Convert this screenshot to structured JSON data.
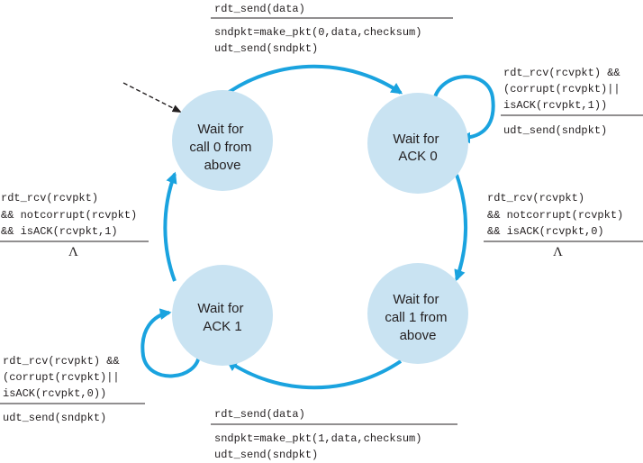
{
  "states": [
    {
      "id": "s0",
      "lines": [
        "Wait for",
        "call 0 from",
        "above"
      ]
    },
    {
      "id": "s1",
      "lines": [
        "Wait for",
        "ACK 0"
      ]
    },
    {
      "id": "s2",
      "lines": [
        "Wait for",
        "call 1 from",
        "above"
      ]
    },
    {
      "id": "s3",
      "lines": [
        "Wait for",
        "ACK 1"
      ]
    }
  ],
  "transitions": {
    "top": {
      "event": "rdt_send(data)",
      "actions": [
        "sndpkt=make_pkt(0,data,checksum)",
        "udt_send(sndpkt)"
      ]
    },
    "ack0_self": {
      "event": [
        "rdt_rcv(rcvpkt) &&",
        "(corrupt(rcvpkt)||",
        "isACK(rcvpkt,1))"
      ],
      "actions": [
        "udt_send(sndpkt)"
      ]
    },
    "right": {
      "event": [
        "rdt_rcv(rcvpkt)",
        "&& notcorrupt(rcvpkt)",
        "&& isACK(rcvpkt,0)"
      ],
      "action_symbol": "Λ"
    },
    "left": {
      "event": [
        "rdt_rcv(rcvpkt)",
        "&& notcorrupt(rcvpkt)",
        "&& isACK(rcvpkt,1)"
      ],
      "action_symbol": "Λ"
    },
    "ack1_self": {
      "event": [
        "rdt_rcv(rcvpkt) &&",
        "(corrupt(rcvpkt)||",
        "isACK(rcvpkt,0))"
      ],
      "actions": [
        "udt_send(sndpkt)"
      ]
    },
    "bottom": {
      "event": "rdt_send(data)",
      "actions": [
        "sndpkt=make_pkt(1,data,checksum)",
        "udt_send(sndpkt)"
      ]
    }
  },
  "colors": {
    "arrow": "#1aa3df",
    "state_fill": "#c9e3f2",
    "text": "#231f20"
  }
}
